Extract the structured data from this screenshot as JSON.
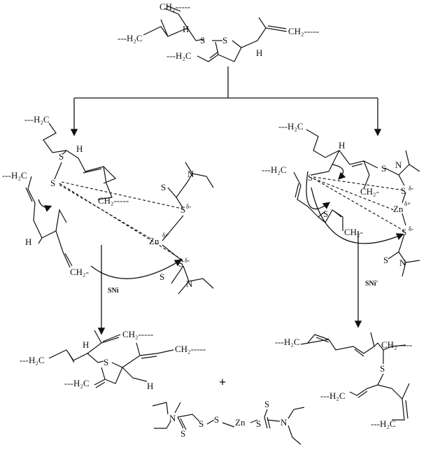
{
  "labels": {
    "h2c": "---H₂C",
    "ch2": "CH₂-----",
    "ch2_short": "CH₂-",
    "h": "H",
    "s": "S",
    "n": "N",
    "zn": "Zn",
    "delta_plus": "δ+",
    "delta_minus": "δ-",
    "sni": "SNi",
    "sni_prime": "SNi'",
    "plus": "+"
  }
}
